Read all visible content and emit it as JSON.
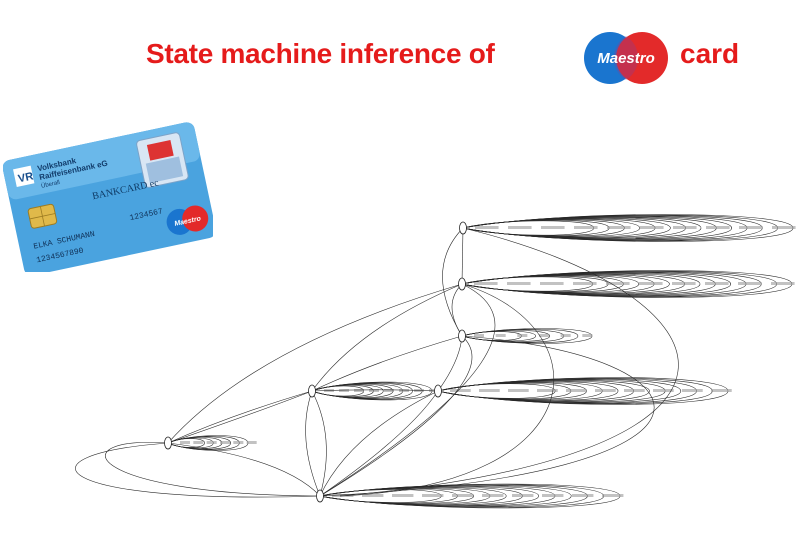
{
  "title": {
    "text": "State machine inference of",
    "suffix": "card",
    "logo_text": "Maestro"
  },
  "bank_card": {
    "bank_name_line1": "Volksbank",
    "bank_name_line2": "Raiffeisenbank eG",
    "bank_place": "Überall",
    "product": "BANKCARD ec",
    "holder": "ELKA SCHUMANN",
    "number": "1234567890",
    "small_number": "1234567",
    "brand": "Maestro"
  },
  "colors": {
    "title_red": "#e51b1b",
    "maestro_blue": "#1a75cf",
    "maestro_red": "#e32a2a",
    "card_blue": "#4aa3df",
    "edge": "#2a2a2a"
  }
}
